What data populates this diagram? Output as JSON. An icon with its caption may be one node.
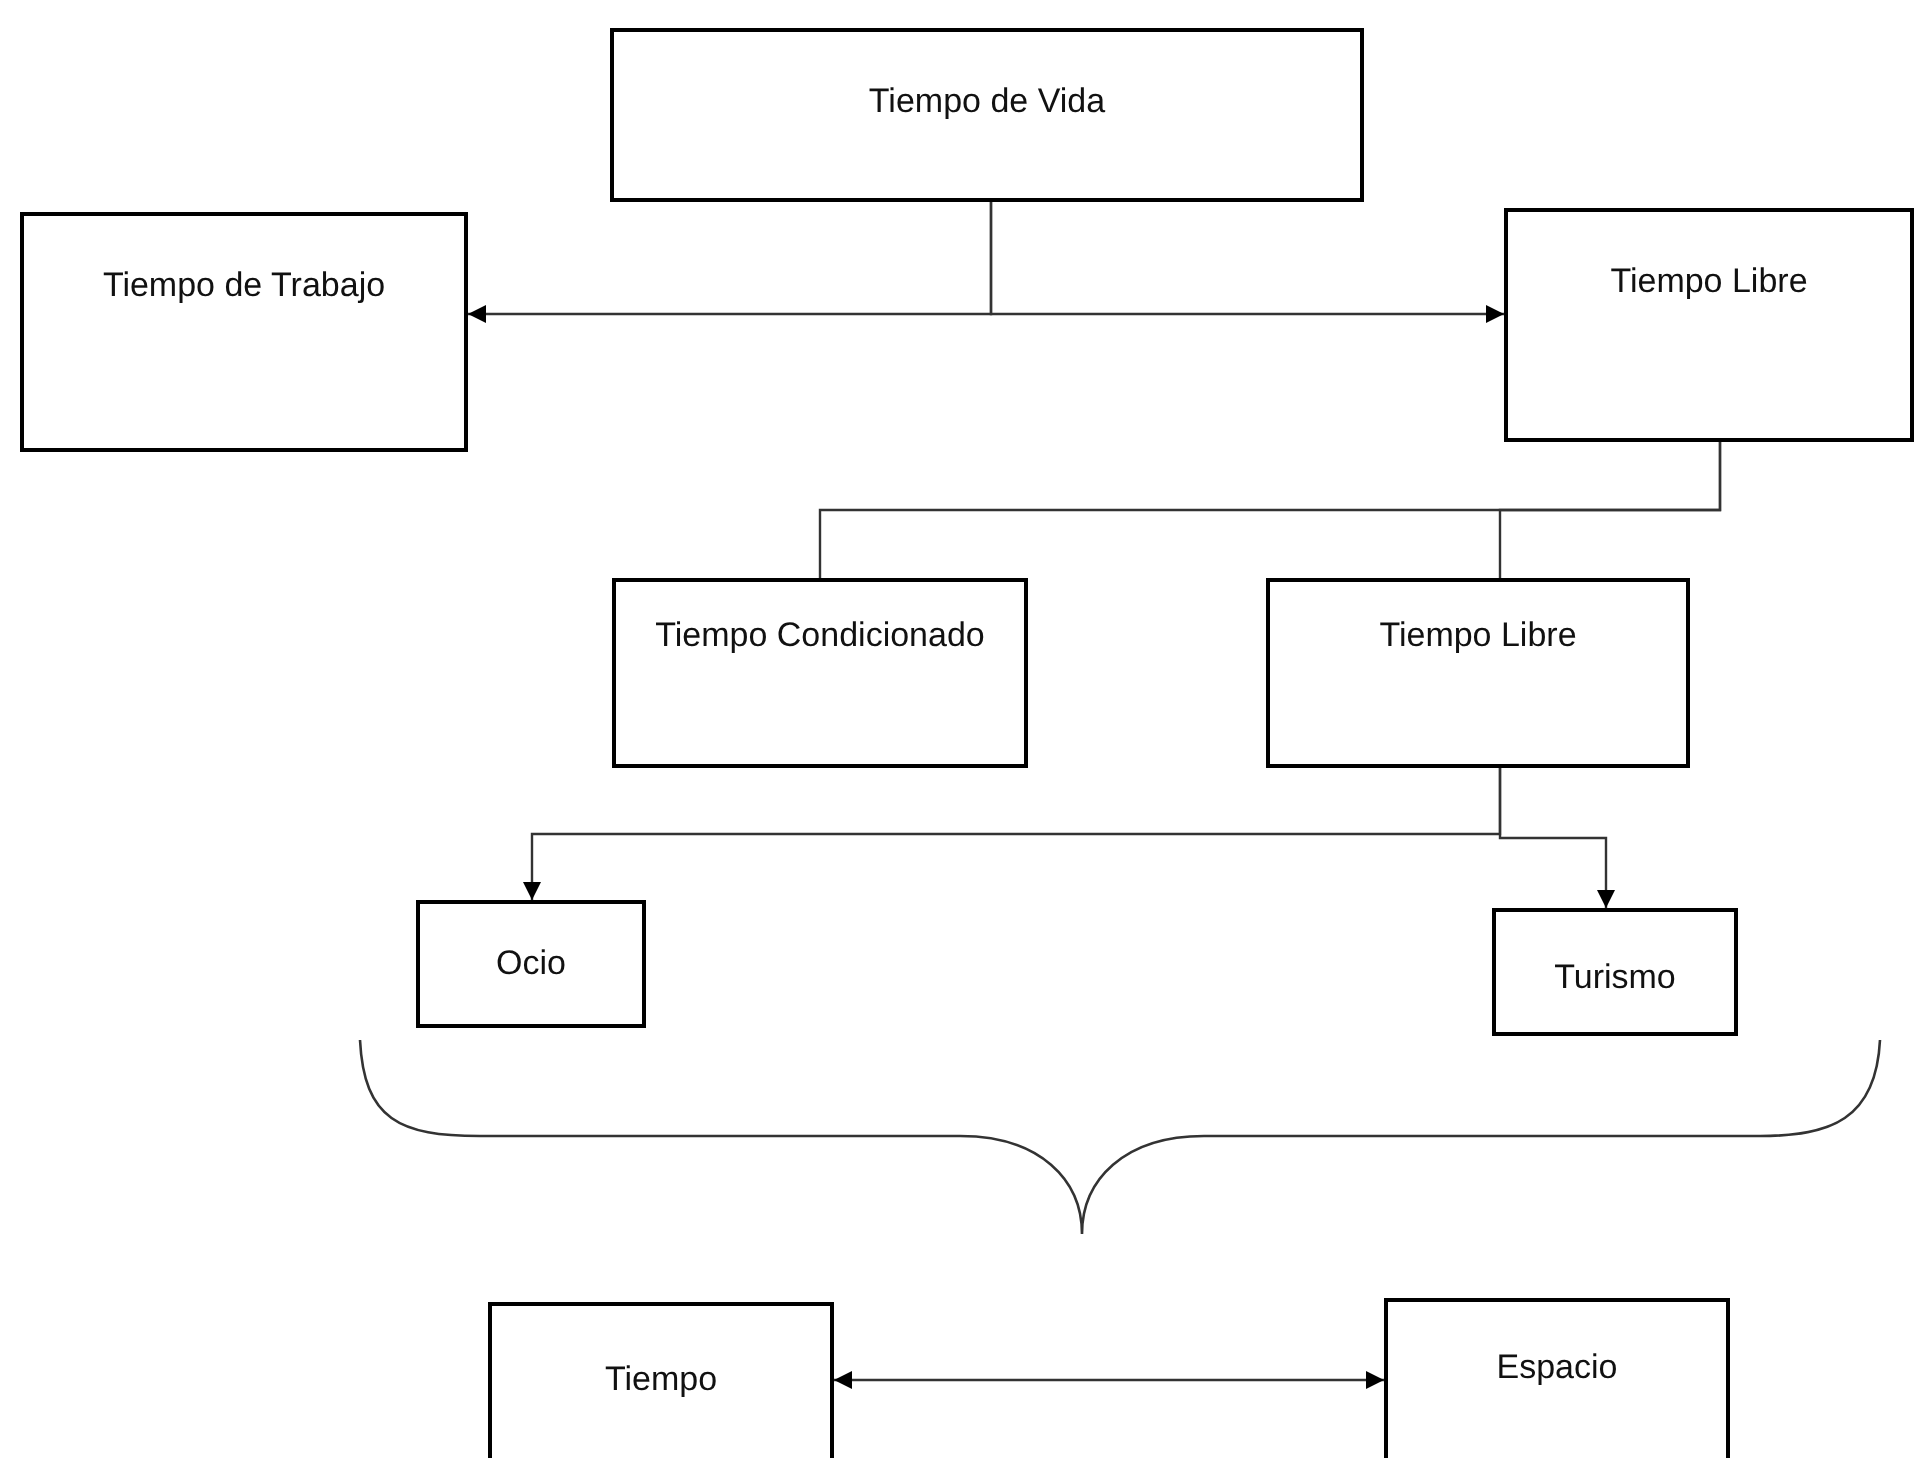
{
  "diagram": {
    "nodes": [
      {
        "text": [
          "Tiempo de Vida"
        ]
      },
      {
        "text": [
          "Tiempo de Trabajo"
        ]
      },
      {
        "text": [
          "Tiempo Libre"
        ]
      },
      {
        "text": [
          "Tiempo Condicionado"
        ]
      },
      {
        "text": [
          "Tiempo Libre"
        ]
      },
      {
        "text": [
          "Ocio"
        ]
      },
      {
        "text": [
          "Turismo"
        ]
      },
      {
        "text": [
          "Tiempo"
        ]
      },
      {
        "text": [
          "Espacio"
        ]
      }
    ],
    "edges": [
      {
        "from": 0,
        "to": 1,
        "arrow": "to"
      },
      {
        "from": 0,
        "to": 2,
        "arrow": "to"
      },
      {
        "from": 2,
        "to": 3,
        "arrow": "none"
      },
      {
        "from": 2,
        "to": 4,
        "arrow": "none"
      },
      {
        "from": 4,
        "to": 5,
        "arrow": "to"
      },
      {
        "from": 4,
        "to": 6,
        "arrow": "to"
      },
      {
        "from": 7,
        "to": 8,
        "arrow": "both"
      }
    ]
  }
}
